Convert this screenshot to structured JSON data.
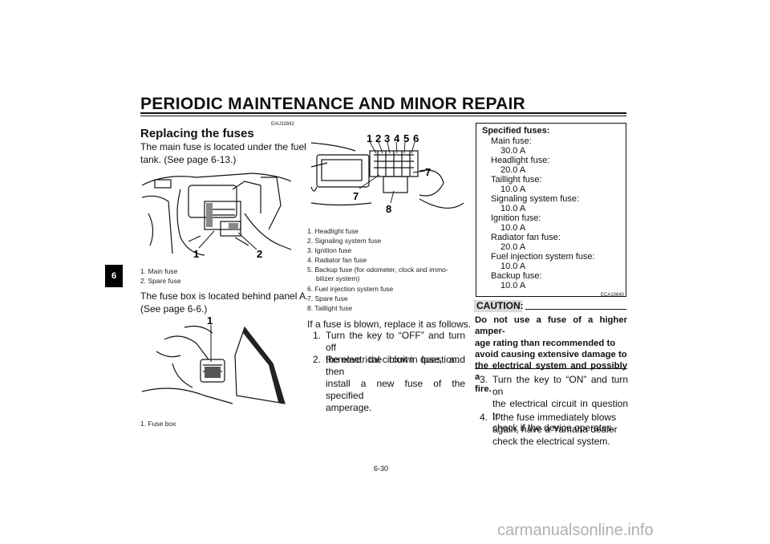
{
  "header": {
    "title": "PERIODIC MAINTENANCE AND MINOR REPAIR"
  },
  "chapter_tab": "6",
  "left_col": {
    "code": "EAU32842",
    "heading": "Replacing the fuses",
    "para1_line1": "The main fuse is located under the fuel",
    "para1_line2": "tank. (See page 6-13.)",
    "fig1_callouts": [
      "1",
      "2"
    ],
    "fig1_captions": [
      "1. Main fuse",
      "2. Spare fuse"
    ],
    "para2_line1": "The fuse box is located behind panel A.",
    "para2_line2": "(See page 6-6.)",
    "fig2_callouts": [
      "1"
    ],
    "fig2_captions": [
      "1. Fuse box"
    ]
  },
  "mid_col": {
    "fig_callouts": [
      "1",
      "2",
      "3",
      "4",
      "5",
      "6",
      "7",
      "7",
      "8"
    ],
    "captions": [
      "1. Headlight fuse",
      "2. Signaling system fuse",
      "3. Ignition fuse",
      "4. Radiator fan fuse",
      "5. Backup fuse (for odometer, clock and immo-",
      "bilizer system)",
      "6. Fuel injection system fuse",
      "7. Spare fuse",
      "8. Taillight fuse"
    ],
    "intro": "If a fuse is blown, replace it as follows.",
    "steps": [
      {
        "num": "1.",
        "lines": [
          "Turn the key to “OFF” and turn off",
          "the electrical circuit in question."
        ]
      },
      {
        "num": "2.",
        "lines": [
          "Remove the blown fuse, and then",
          "install a new fuse of the specified",
          "amperage."
        ]
      }
    ]
  },
  "right_col": {
    "spec": [
      "Specified fuses:",
      "Main fuse:",
      "30.0 A",
      "Headlight fuse:",
      "20.0 A",
      "Taillight fuse:",
      "10.0 A",
      "Signaling system fuse:",
      "10.0 A",
      "Ignition fuse:",
      "10.0 A",
      "Radiator fan fuse:",
      "20.0 A",
      "Fuel injection system fuse:",
      "10.0 A",
      "Backup fuse:",
      "10.0 A"
    ],
    "caution_code": "ECA10640",
    "caution_label": "CAUTION:",
    "caution_lines": [
      "Do not use a fuse of a higher amper-",
      "age rating than recommended to",
      "avoid causing extensive damage to",
      "the electrical system and possibly a",
      "fire."
    ],
    "steps": [
      {
        "num": "3.",
        "lines": [
          "Turn the key to “ON” and turn on",
          "the electrical circuit in question to",
          "check if the device operates."
        ]
      },
      {
        "num": "4.",
        "lines": [
          "If the fuse immediately blows",
          "again, have a Yamaha dealer",
          "check the electrical system."
        ]
      }
    ]
  },
  "page_number": "6-30",
  "watermark": "carmanualsonline.info"
}
